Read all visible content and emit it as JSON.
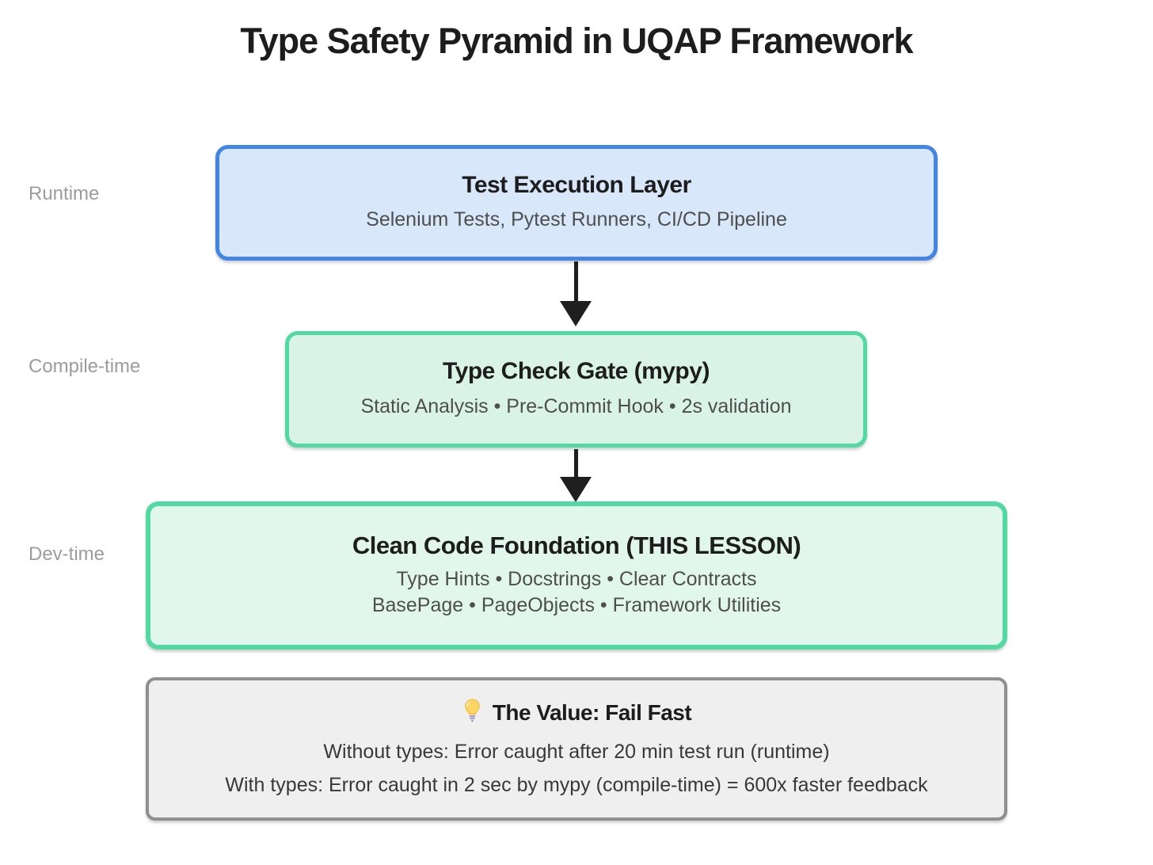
{
  "title": "Type Safety Pyramid in UQAP Framework",
  "side_labels": [
    {
      "label": "Runtime"
    },
    {
      "label": "Compile-time"
    },
    {
      "label": "Dev-time"
    }
  ],
  "layers": [
    {
      "stage": "Runtime",
      "title": "Test Execution Layer",
      "subtitles": [
        "Selenium Tests, Pytest Runners, CI/CD Pipeline"
      ],
      "border_color": "#4285e4",
      "fill_color": "#d8e7fa"
    },
    {
      "stage": "Compile-time",
      "title": "Type Check Gate (mypy)",
      "subtitles": [
        "Static Analysis • Pre-Commit Hook • 2s validation"
      ],
      "border_color": "#52d9a2",
      "fill_color": "#d9f4e7"
    },
    {
      "stage": "Dev-time",
      "title": "Clean Code Foundation (THIS LESSON)",
      "subtitles": [
        "Type Hints • Docstrings • Clear Contracts",
        "BasePage • PageObjects • Framework Utilities"
      ],
      "border_color": "#52d9a2",
      "fill_color": "#e1f7ee"
    }
  ],
  "value_box": {
    "icon": "lightbulb-icon",
    "title": "The Value: Fail Fast",
    "lines": [
      "Without types: Error caught after 20 min test run (runtime)",
      "With types: Error caught in 2 sec by mypy (compile-time) = 600x faster feedback"
    ],
    "border_color": "#8f8f8f",
    "fill_color": "#efefef"
  },
  "arrow_color": "#1f1f1f"
}
